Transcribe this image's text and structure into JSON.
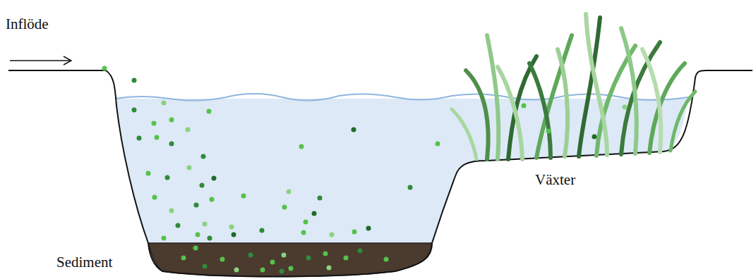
{
  "diagram": {
    "labels": [
      "Inflöde",
      "Växter",
      "Sediment"
    ]
  }
}
